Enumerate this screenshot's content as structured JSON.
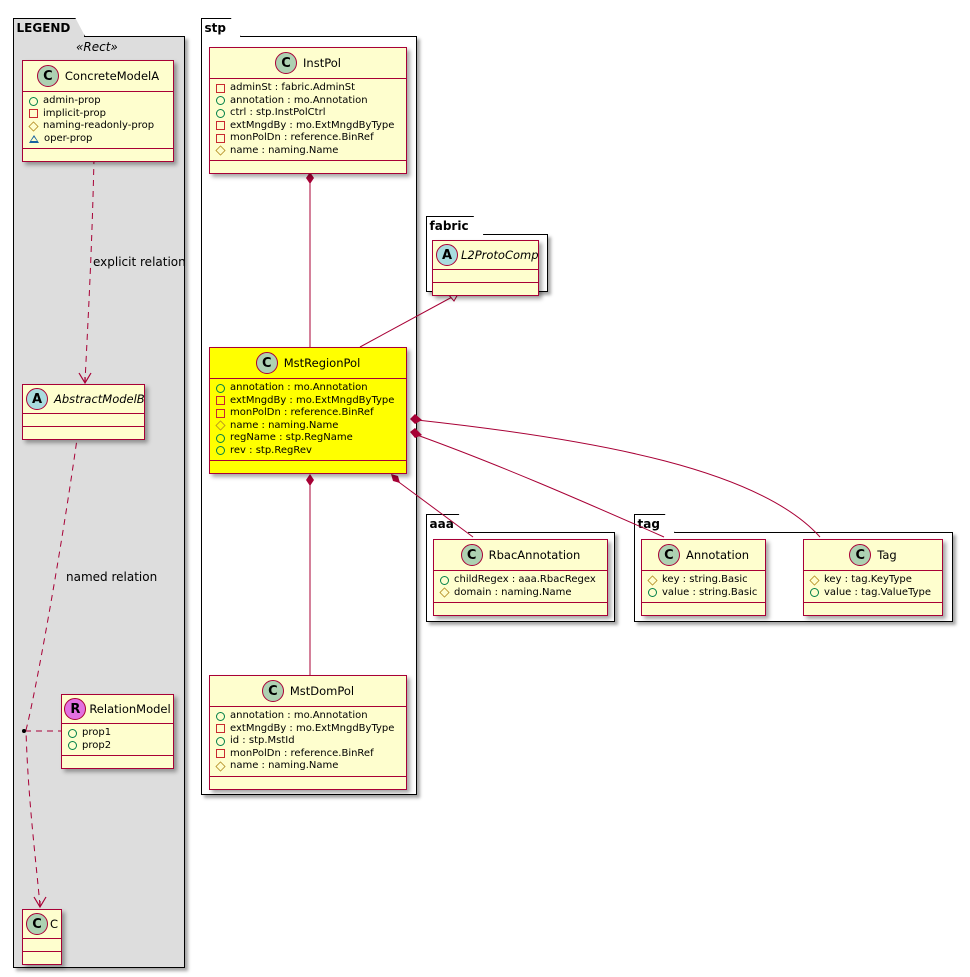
{
  "packages": {
    "legend": {
      "name": "LEGEND",
      "stereotype": "«Rect»"
    },
    "stp": {
      "name": "stp"
    },
    "fabric": {
      "name": "fabric"
    },
    "aaa": {
      "name": "aaa"
    },
    "tag": {
      "name": "tag"
    }
  },
  "classes": {
    "concreteModelA": {
      "type": "C",
      "name": "ConcreteModelA",
      "attributes": [
        {
          "vis": "public",
          "text": "admin-prop"
        },
        {
          "vis": "private",
          "text": "implicit-prop"
        },
        {
          "vis": "protected",
          "text": "naming-readonly-prop"
        },
        {
          "vis": "package",
          "text": "oper-prop"
        }
      ]
    },
    "abstractModelB": {
      "type": "A",
      "name": "AbstractModelB",
      "attributes": []
    },
    "relationModel": {
      "type": "R",
      "name": "RelationModel",
      "attributes": [
        {
          "vis": "public",
          "text": "prop1"
        },
        {
          "vis": "public",
          "text": "prop2"
        }
      ]
    },
    "c": {
      "type": "C",
      "name": "C",
      "attributes": []
    },
    "instPol": {
      "type": "C",
      "name": "InstPol",
      "attributes": [
        {
          "vis": "private",
          "text": "adminSt : fabric.AdminSt"
        },
        {
          "vis": "public",
          "text": "annotation : mo.Annotation"
        },
        {
          "vis": "public",
          "text": "ctrl : stp.InstPolCtrl"
        },
        {
          "vis": "private",
          "text": "extMngdBy : mo.ExtMngdByType"
        },
        {
          "vis": "private",
          "text": "monPolDn : reference.BinRef"
        },
        {
          "vis": "protected",
          "text": "name : naming.Name"
        }
      ]
    },
    "mstRegionPol": {
      "type": "C",
      "name": "MstRegionPol",
      "highlight_color": "#ffff00",
      "attributes": [
        {
          "vis": "public",
          "text": "annotation : mo.Annotation"
        },
        {
          "vis": "private",
          "text": "extMngdBy : mo.ExtMngdByType"
        },
        {
          "vis": "private",
          "text": "monPolDn : reference.BinRef"
        },
        {
          "vis": "protected",
          "text": "name : naming.Name"
        },
        {
          "vis": "public",
          "text": "regName : stp.RegName"
        },
        {
          "vis": "public",
          "text": "rev : stp.RegRev"
        }
      ]
    },
    "mstDomPol": {
      "type": "C",
      "name": "MstDomPol",
      "attributes": [
        {
          "vis": "public",
          "text": "annotation : mo.Annotation"
        },
        {
          "vis": "private",
          "text": "extMngdBy : mo.ExtMngdByType"
        },
        {
          "vis": "public",
          "text": "id : stp.MstId"
        },
        {
          "vis": "private",
          "text": "monPolDn : reference.BinRef"
        },
        {
          "vis": "protected",
          "text": "name : naming.Name"
        }
      ]
    },
    "l2ProtoComp": {
      "type": "A",
      "name": "L2ProtoComp",
      "attributes": []
    },
    "rbacAnnotation": {
      "type": "C",
      "name": "RbacAnnotation",
      "attributes": [
        {
          "vis": "public",
          "text": "childRegex : aaa.RbacRegex"
        },
        {
          "vis": "protected",
          "text": "domain : naming.Name"
        }
      ]
    },
    "annotation": {
      "type": "C",
      "name": "Annotation",
      "attributes": [
        {
          "vis": "protected",
          "text": "key : string.Basic"
        },
        {
          "vis": "public",
          "text": "value : string.Basic"
        }
      ]
    },
    "tag": {
      "type": "C",
      "name": "Tag",
      "attributes": [
        {
          "vis": "protected",
          "text": "key : tag.KeyType"
        },
        {
          "vis": "public",
          "text": "value : tag.ValueType"
        }
      ]
    }
  },
  "relations": {
    "explicit_label": "explicit relation",
    "named_label": "named relation"
  },
  "colors": {
    "edge": "#a80036",
    "class_fill": "#fefece",
    "legend_fill": "#dddddd"
  }
}
